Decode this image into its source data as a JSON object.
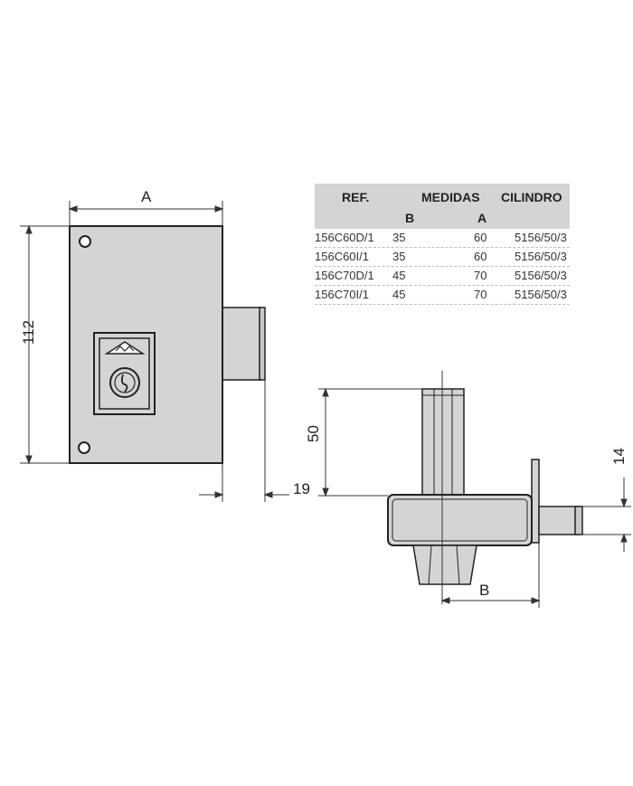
{
  "dimensions": {
    "width_label": "A",
    "height_label": "112",
    "bolt_offset_label": "19",
    "projection_label": "50",
    "bolt_diameter_label": "14",
    "backset_label": "B"
  },
  "spec_table": {
    "headers": {
      "ref": "REF.",
      "medidas": "MEDIDAS",
      "cilindro": "CILINDRO",
      "b": "B",
      "a": "A"
    },
    "rows": [
      {
        "ref": "156C60D/1",
        "b": "35",
        "a": "60",
        "cilindro": "5156/50/3"
      },
      {
        "ref": "156C60I/1",
        "b": "35",
        "a": "60",
        "cilindro": "5156/50/3"
      },
      {
        "ref": "156C70D/1",
        "b": "45",
        "a": "70",
        "cilindro": "5156/50/3"
      },
      {
        "ref": "156C70I/1",
        "b": "45",
        "a": "70",
        "cilindro": "5156/50/3"
      }
    ]
  },
  "colors": {
    "body_fill": "#d4d4d4",
    "outline": "#222222",
    "header_fill": "#d4d4d4"
  },
  "icons": [
    "brand-logo-icon",
    "keyhole-icon",
    "screw-hole-icon"
  ]
}
